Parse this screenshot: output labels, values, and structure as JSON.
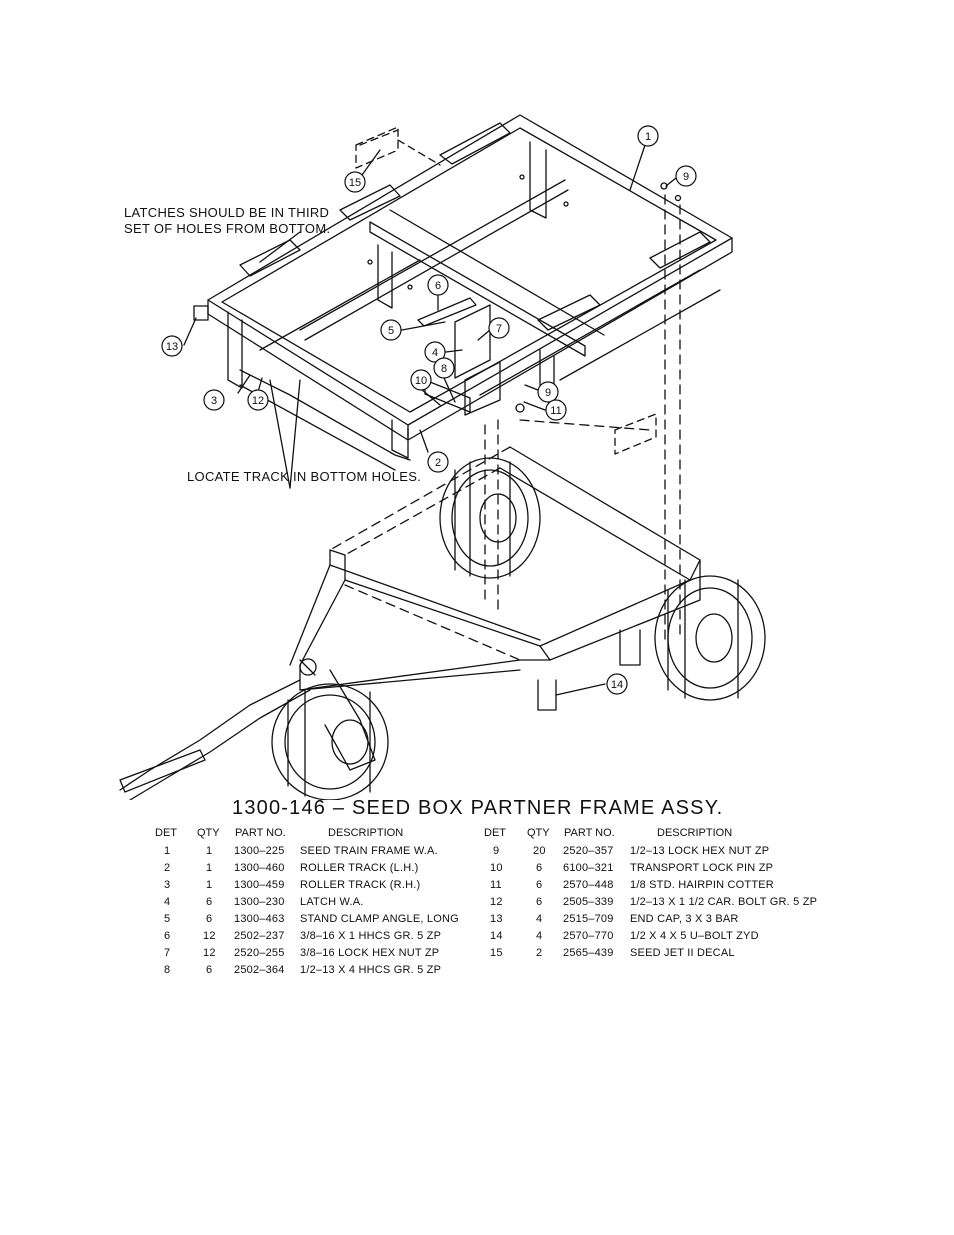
{
  "notes": {
    "latches_line1": "LATCHES SHOULD BE IN THIRD",
    "latches_line2": "SET OF HOLES FROM BOTTOM.",
    "track": "LOCATE TRACK IN BOTTOM HOLES."
  },
  "callouts": [
    "1",
    "9",
    "15",
    "6",
    "5",
    "7",
    "4",
    "13",
    "3",
    "12",
    "10",
    "8",
    "9",
    "11",
    "2",
    "14"
  ],
  "title": "1300-146  –  SEED BOX PARTNER FRAME ASSY.",
  "table": {
    "headers": {
      "det": "DET",
      "qty": "QTY",
      "part": "PART NO.",
      "desc": "DESCRIPTION"
    },
    "left": [
      {
        "det": "1",
        "qty": "1",
        "part": "1300–225",
        "desc": "SEED TRAIN FRAME W.A."
      },
      {
        "det": "2",
        "qty": "1",
        "part": "1300–460",
        "desc": "ROLLER TRACK (L.H.)"
      },
      {
        "det": "3",
        "qty": "1",
        "part": "1300–459",
        "desc": "ROLLER TRACK (R.H.)"
      },
      {
        "det": "4",
        "qty": "6",
        "part": "1300–230",
        "desc": "LATCH W.A."
      },
      {
        "det": "5",
        "qty": "6",
        "part": "1300–463",
        "desc": "STAND CLAMP ANGLE, LONG"
      },
      {
        "det": "6",
        "qty": "12",
        "part": "2502–237",
        "desc": "3/8–16 X 1 HHCS GR. 5 ZP"
      },
      {
        "det": "7",
        "qty": "12",
        "part": "2520–255",
        "desc": "3/8–16 LOCK HEX NUT ZP"
      },
      {
        "det": "8",
        "qty": "6",
        "part": "2502–364",
        "desc": "1/2–13 X 4 HHCS GR. 5 ZP"
      }
    ],
    "right": [
      {
        "det": "9",
        "qty": "20",
        "part": "2520–357",
        "desc": "1/2–13 LOCK HEX NUT ZP"
      },
      {
        "det": "10",
        "qty": "6",
        "part": "6100–321",
        "desc": "TRANSPORT LOCK PIN ZP"
      },
      {
        "det": "11",
        "qty": "6",
        "part": "2570–448",
        "desc": "1/8 STD. HAIRPIN COTTER"
      },
      {
        "det": "12",
        "qty": "6",
        "part": "2505–339",
        "desc": "1/2–13 X 1 1/2 CAR. BOLT GR. 5 ZP"
      },
      {
        "det": "13",
        "qty": "4",
        "part": "2515–709",
        "desc": "END CAP, 3 X 3 BAR"
      },
      {
        "det": "14",
        "qty": "4",
        "part": "2570–770",
        "desc": "1/2 X 4 X 5 U–BOLT ZYD"
      },
      {
        "det": "15",
        "qty": "2",
        "part": "2565–439",
        "desc": "SEED JET II DECAL"
      }
    ]
  }
}
